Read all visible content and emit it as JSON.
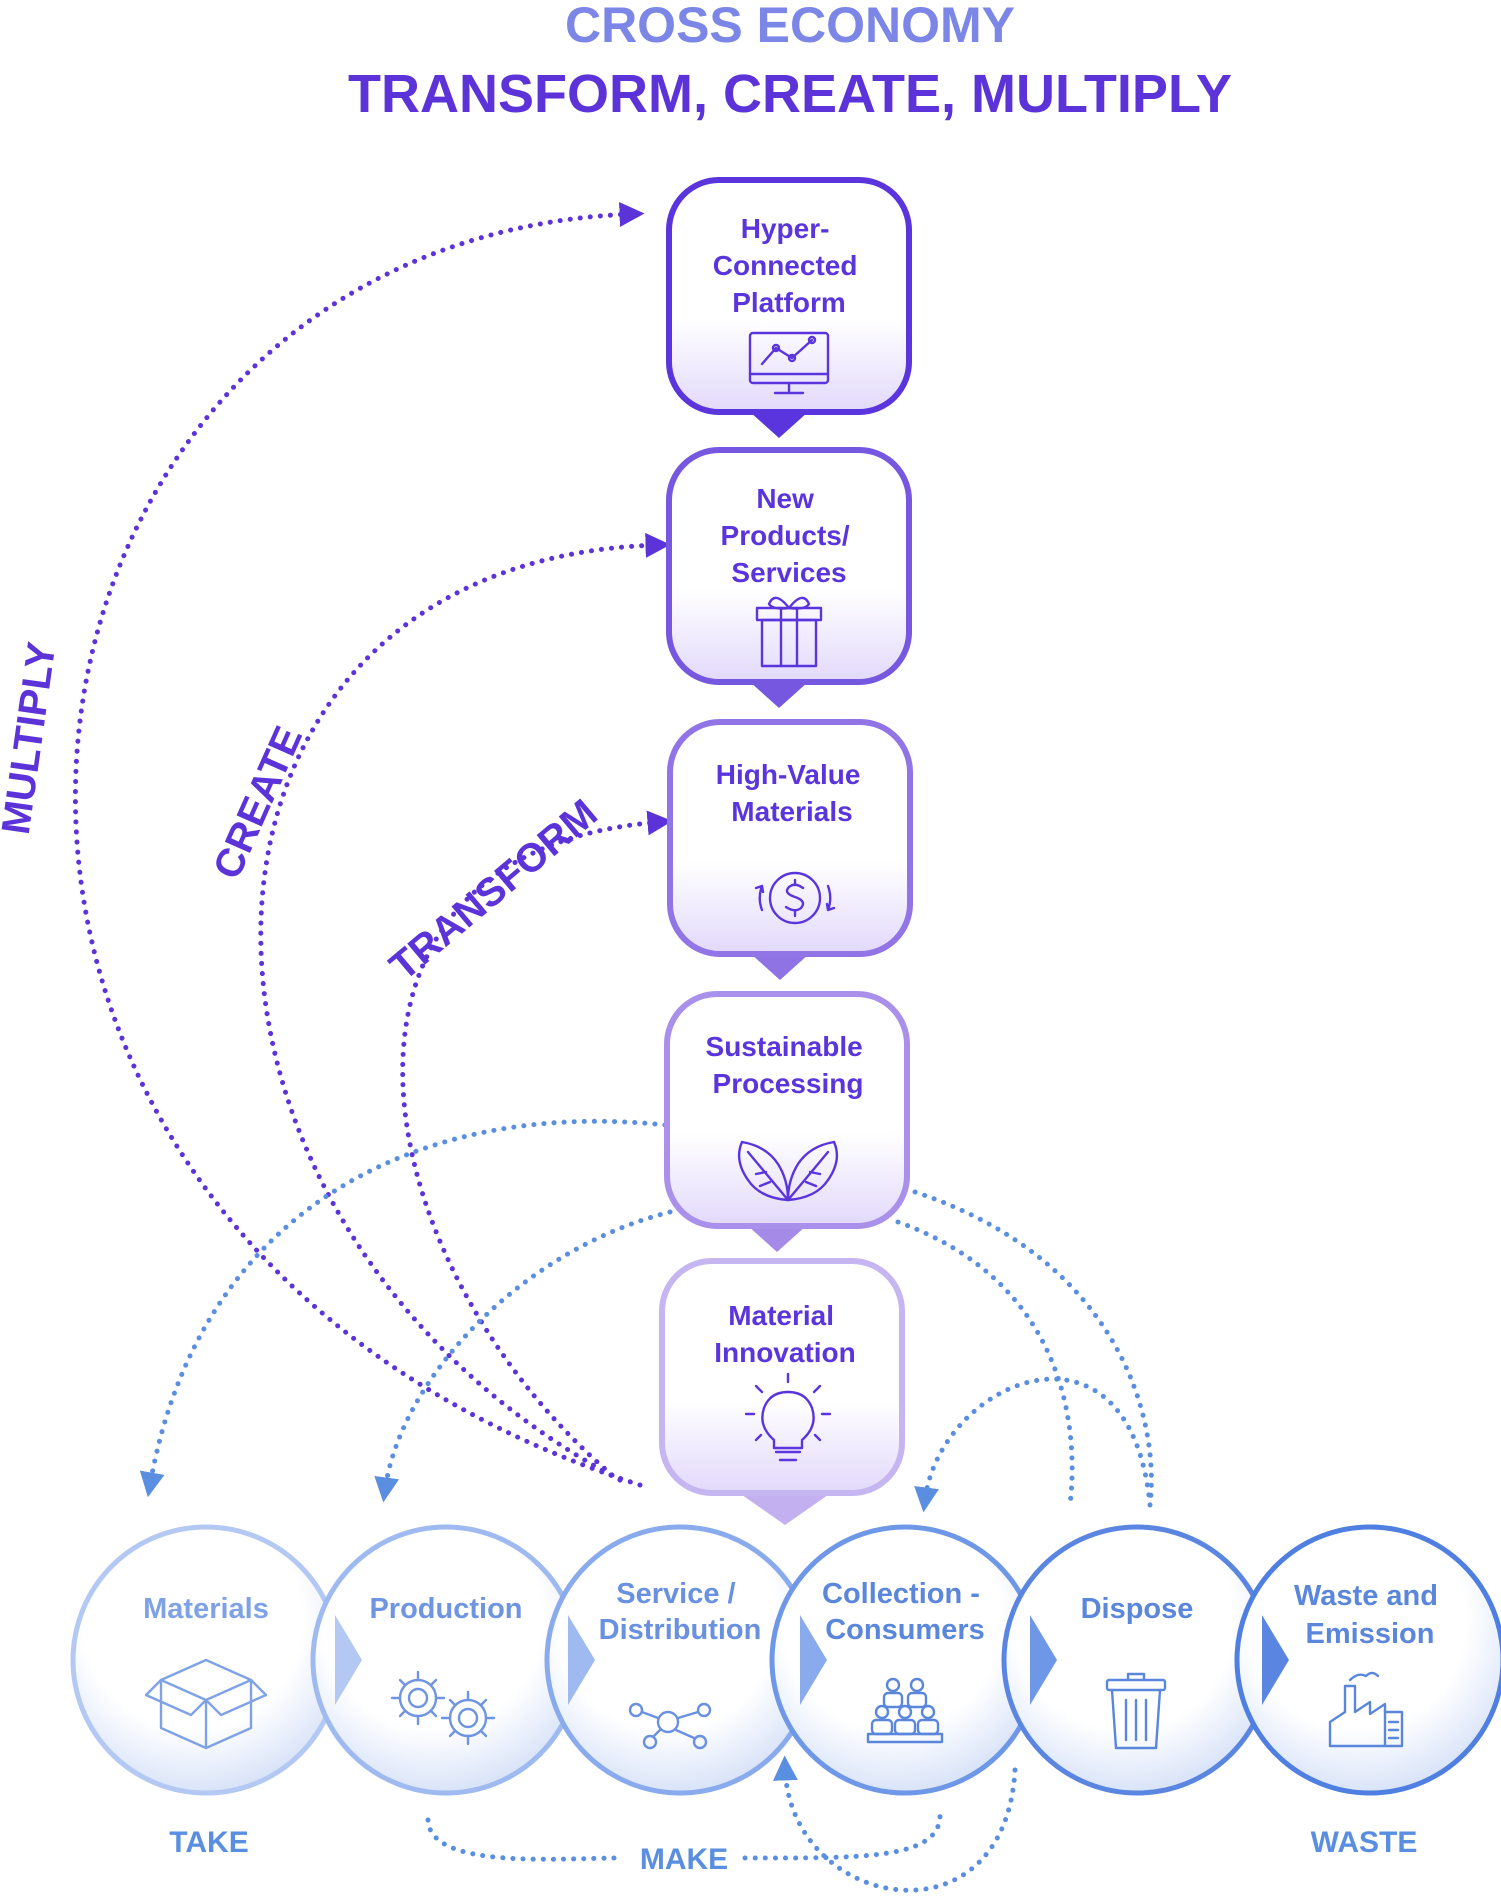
{
  "title": {
    "line1": "CROSS ECONOMY",
    "line2": "TRANSFORM, CREATE, MULTIPLY"
  },
  "arc_labels": {
    "multiply": "MULTIPLY",
    "create": "CREATE",
    "transform": "TRANSFORM"
  },
  "steps": [
    {
      "lines": [
        "Hyper-",
        "Connected",
        "Platform"
      ],
      "icon": "monitor-chart-icon"
    },
    {
      "lines": [
        "New",
        "Products/",
        "Services"
      ],
      "icon": "gift-icon"
    },
    {
      "lines": [
        "High-Value",
        "Materials"
      ],
      "icon": "dollar-cycle-icon"
    },
    {
      "lines": [
        "Sustainable",
        "Processing"
      ],
      "icon": "leaves-icon"
    },
    {
      "lines": [
        "Material",
        "Innovation"
      ],
      "icon": "lightbulb-icon"
    }
  ],
  "stages": [
    {
      "lines": [
        "Materials"
      ],
      "icon": "box-icon"
    },
    {
      "lines": [
        "Production"
      ],
      "icon": "gears-icon"
    },
    {
      "lines": [
        "Service /",
        "Distribution"
      ],
      "icon": "network-icon"
    },
    {
      "lines": [
        "Collection -",
        "Consumers"
      ],
      "icon": "people-icon"
    },
    {
      "lines": [
        "Dispose"
      ],
      "icon": "trash-icon"
    },
    {
      "lines": [
        "Waste and",
        "Emission"
      ],
      "icon": "factory-icon"
    }
  ],
  "phase_labels": {
    "take": "TAKE",
    "make": "MAKE",
    "waste": "WASTE"
  },
  "colors": {
    "title_light": "#7b86e6",
    "title_dark": "#5b33d8",
    "arc": "#5b33d8",
    "loop": "#5a8ee0"
  }
}
